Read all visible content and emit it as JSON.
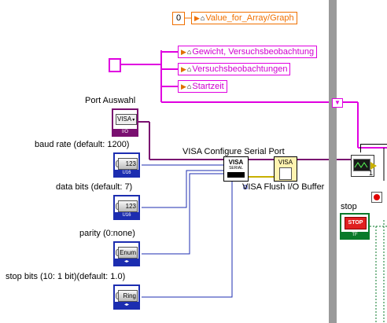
{
  "terminals": {
    "value_array_constant": "0",
    "value_array_property": "Value_for_Array/Graph"
  },
  "properties": [
    "Gewicht, Versuchsbeobachtung",
    "Versuchsbeobachtungen",
    "Startzeit"
  ],
  "controls": {
    "port_label": "Port Auswahl",
    "port_text": "VISA",
    "port_foot": "I/O",
    "baud_label": "baud rate (default: 1200)",
    "baud_text": "123",
    "baud_foot": "U16",
    "databits_label": "data bits (default: 7)",
    "databits_text": "123",
    "databits_foot": "U16",
    "parity_label": "parity (0:none)",
    "parity_text": "Enum",
    "stopbits_label": "stop bits (10: 1 bit)(default: 1.0)",
    "stopbits_text": "Ring"
  },
  "nodes": {
    "configure_label": "VISA Configure Serial Port",
    "configure_icon_text": "VISA",
    "configure_icon_sub": "SERIAL",
    "flush_label": "VISA Flush I/O Buffer",
    "flush_icon_text": "VISA",
    "loop_index": "1",
    "stop_label": "stop",
    "stop_button_text": "STOP",
    "stop_foot": "TF"
  },
  "colors": {
    "refnum_wire": "#e000e0",
    "numeric_wire": "#1c2db0",
    "visa_wire": "#7a1070",
    "constant": "#f07000",
    "boolean": "#0a7a2a"
  }
}
